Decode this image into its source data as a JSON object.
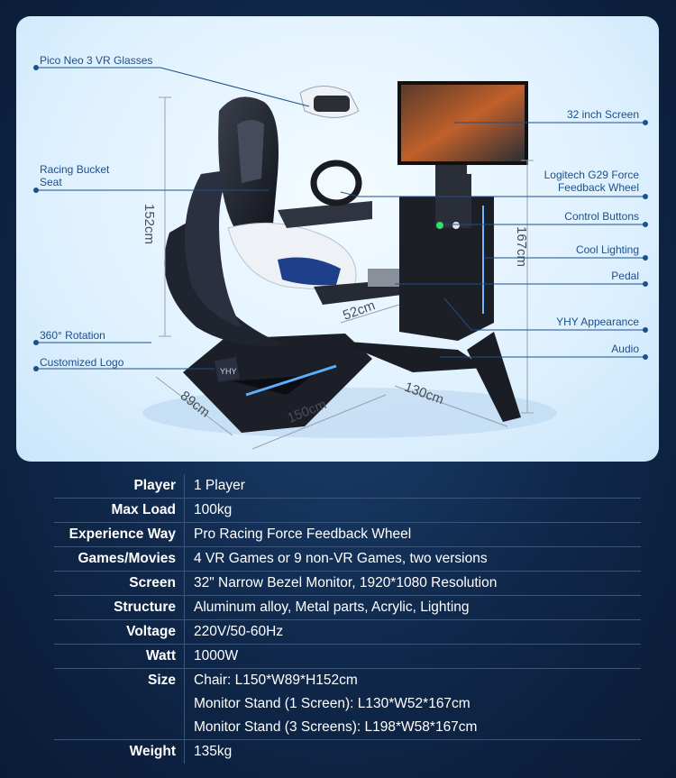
{
  "image": {
    "callouts": {
      "vr_glasses": "Pico Neo 3 VR Glasses",
      "bucket_seat": "Racing Bucket Seat",
      "rotation": "360° Rotation",
      "logo": "Customized Logo",
      "screen": "32 inch Screen",
      "wheel": "Logitech G29 Force Feedback Wheel",
      "control_buttons": "Control Buttons",
      "cool_lighting": "Cool Lighting",
      "pedal": "Pedal",
      "appearance": "YHY Appearance",
      "audio": "Audio"
    },
    "dimensions": {
      "seat_height": "152cm",
      "stand_height": "167cm",
      "stand_width": "52cm",
      "chair_width": "89cm",
      "chair_length": "150cm",
      "stand_length": "130cm"
    },
    "logo_text": "YHY"
  },
  "specs": [
    {
      "key": "Player",
      "value": "1 Player"
    },
    {
      "key": "Max Load",
      "value": "100kg"
    },
    {
      "key": "Experience Way",
      "value": "Pro Racing Force Feedback Wheel"
    },
    {
      "key": "Games/Movies",
      "value": "4 VR Games or 9 non-VR Games, two versions"
    },
    {
      "key": "Screen",
      "value": "32\" Narrow Bezel Monitor, 1920*1080 Resolution"
    },
    {
      "key": "Structure",
      "value": "Aluminum alloy, Metal parts, Acrylic, Lighting"
    },
    {
      "key": "Voltage",
      "value": "220V/50-60Hz"
    },
    {
      "key": "Watt",
      "value": "1000W"
    },
    {
      "key": "Size",
      "value": "Chair: L150*W89*H152cm"
    },
    {
      "key": "",
      "value": "Monitor Stand (1 Screen): L130*W52*167cm"
    },
    {
      "key": "",
      "value": "Monitor Stand (3 Screens): L198*W58*167cm"
    },
    {
      "key": "Weight",
      "value": "135kg"
    }
  ]
}
